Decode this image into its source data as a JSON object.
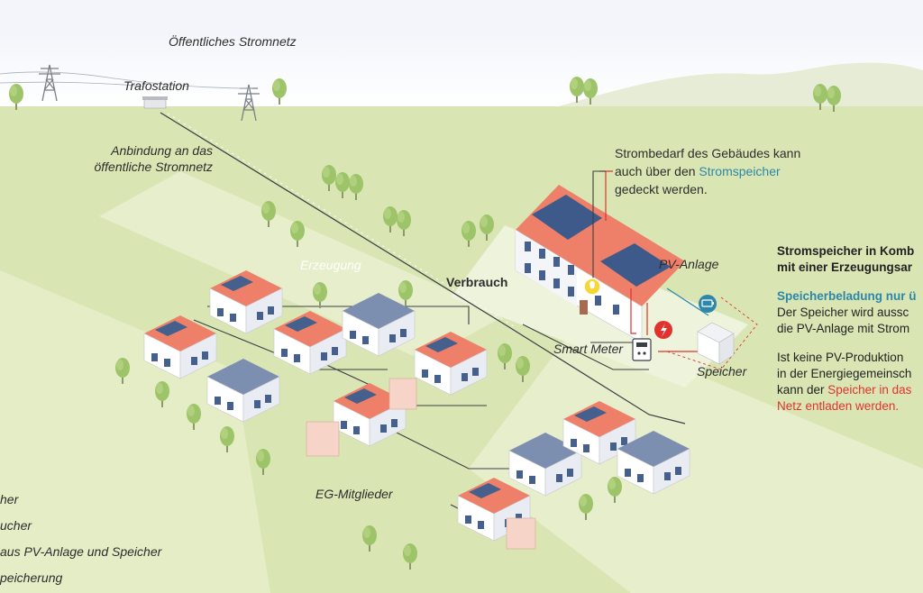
{
  "labels": {
    "grid": "Öffentliches Stromnetz",
    "trafo": "Trafostation",
    "connection": "Anbindung an das öffentliche Stromnetz",
    "generation": "Erzeugung",
    "consumption": "Verbrauch",
    "members": "EG-Mitglieder",
    "pv": "PV-Anlage",
    "smart_meter": "Smart Meter",
    "storage": "Speicher"
  },
  "callout": {
    "line1": "Strombedarf des Gebäudes kann",
    "line2_prefix": "auch über den ",
    "line2_highlight": "Stromspeicher",
    "line3": "gedeckt werden."
  },
  "panel": {
    "title_line1": "Stromspeicher in Komb",
    "title_line2": "mit einer Erzeugungsar",
    "sub": "Speicherbeladung nur ü",
    "body_line1": "Der Speicher wird aussc",
    "body_line2": "die PV-Anlage mit Strom",
    "body2_line1": "Ist keine PV-Produktion",
    "body2_line2": "in der Energiegemeinsch",
    "body2_line3_prefix": "kann der ",
    "body2_line3_red": "Speicher in das",
    "body2_line4_red": "Netz entladen werden."
  },
  "legend": [
    "her",
    "ucher",
    "aus PV-Anlage und Speicher",
    "peicherung"
  ],
  "colors": {
    "ground": "#d9e6b4",
    "path": "#eef3dc",
    "roof_red": "#ee7f68",
    "roof_blue": "#7d8fb0",
    "teal": "#2e86a8",
    "red": "#e0322f",
    "tree": "#9ec46a"
  },
  "icons": [
    "bulb-icon",
    "lightning-icon",
    "battery-icon",
    "smart-meter-icon",
    "pylon-icon"
  ]
}
